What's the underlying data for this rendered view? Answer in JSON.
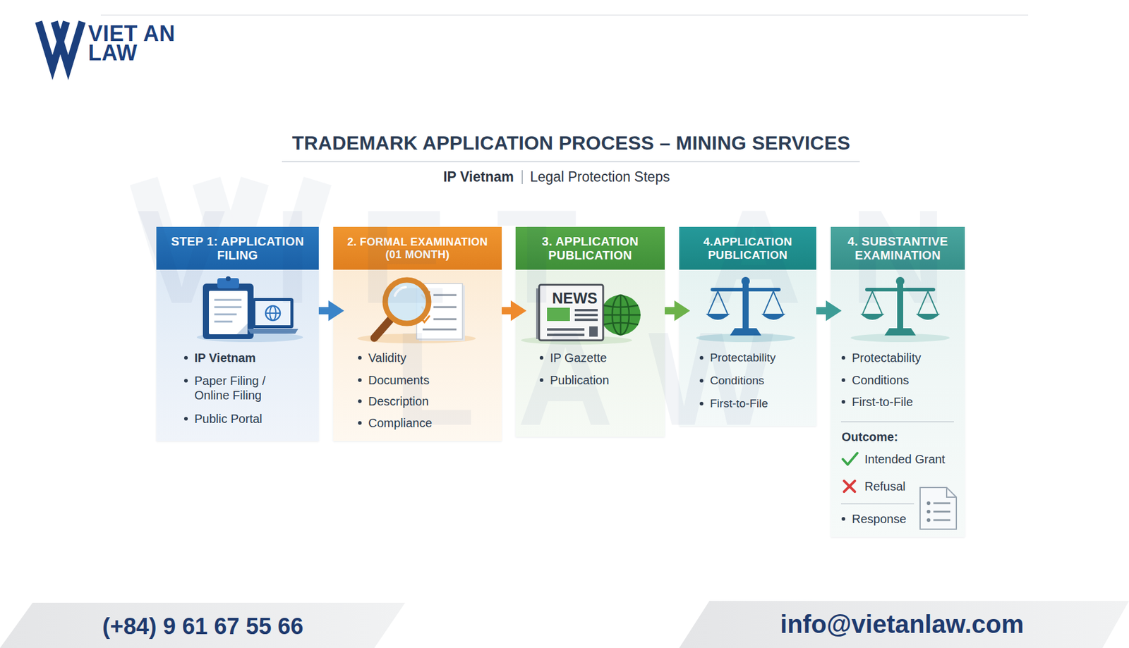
{
  "diagram": {
    "title": "TRADEMARK APPLICATION PROCESS – MINING SERVICES",
    "nodes": [
      {
        "text": [
          "STEP 1: APPLICATION FILING",
          "IP Vietnam",
          "Paper Filing / Online Filing",
          "Public Portal"
        ]
      },
      {
        "text": [
          "2. FORMAL EXAMINATION (01 MONTH)",
          "Validity",
          "Documents",
          "Description",
          "Compliance"
        ]
      },
      {
        "text": [
          "3. APPLICATION PUBLICATION",
          "IP Gazette",
          "Publication"
        ]
      },
      {
        "text": [
          "4.APPLICATION PUBLICATION",
          "Protectability",
          "Conditions",
          "First-to-File"
        ]
      },
      {
        "text": [
          "4. SUBSTANTIVE EXAMINATION",
          "Protectability",
          "Conditions",
          "First-to-File",
          "Outcome:",
          "Intended Grant",
          "Refusal",
          "Response"
        ]
      }
    ],
    "edges": [
      {
        "from": 0,
        "to": 1,
        "arrow": "to"
      },
      {
        "from": 1,
        "to": 2,
        "arrow": "to"
      },
      {
        "from": 2,
        "to": 3,
        "arrow": "to"
      },
      {
        "from": 3,
        "to": 4,
        "arrow": "to"
      }
    ],
    "labels": [
      "VIET AN",
      "LAW",
      "IP Vietnam",
      "Legal Protection Steps",
      "NEWS",
      "VIET AN",
      "LAW",
      "(+84) 9 61 67 55 66",
      "info@vietanlaw.com"
    ]
  }
}
